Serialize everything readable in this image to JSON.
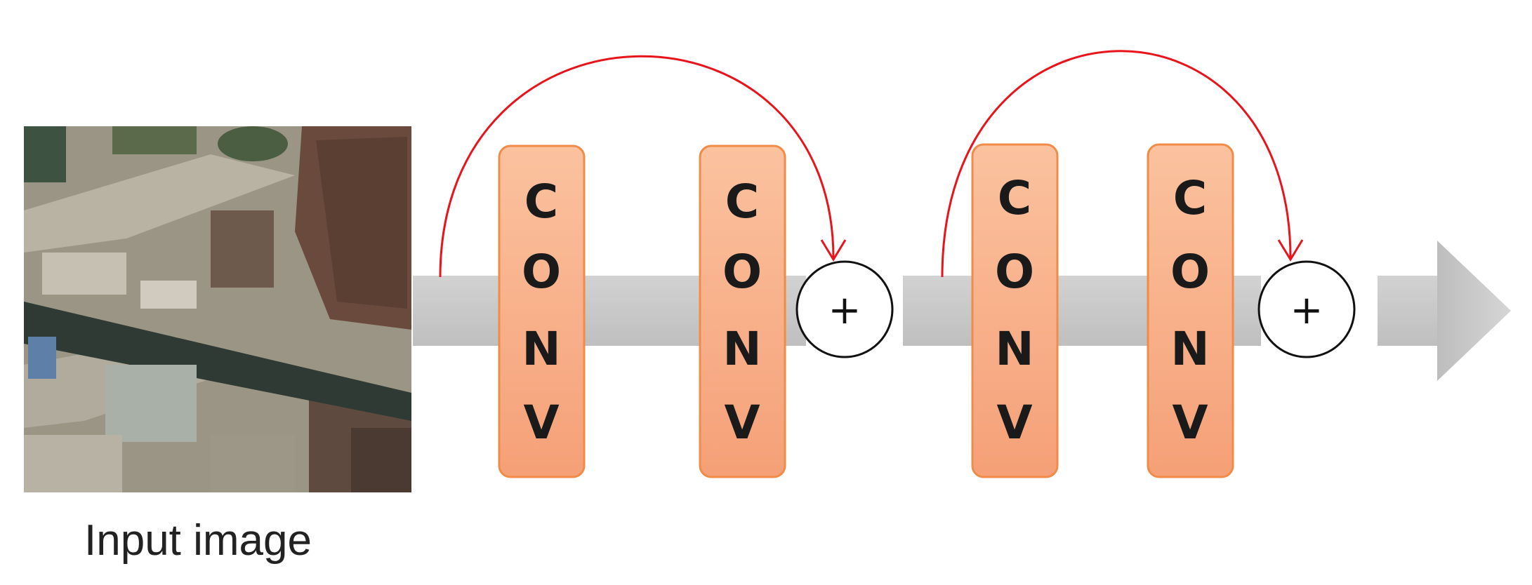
{
  "diagram": {
    "input_label": "Input image",
    "blocks": [
      {
        "convs": [
          "CONV",
          "CONV"
        ],
        "sum_symbol": "+"
      },
      {
        "convs": [
          "CONV",
          "CONV"
        ],
        "sum_symbol": "+"
      }
    ]
  },
  "colors": {
    "conv_fill_top": "#F9B48E",
    "conv_fill_bottom": "#F7A47A",
    "conv_border": "#F08C48",
    "skip_arrow": "#E8141B",
    "flow_bar": "#C9C9C9",
    "arrow_head": "#C4C4C4"
  }
}
